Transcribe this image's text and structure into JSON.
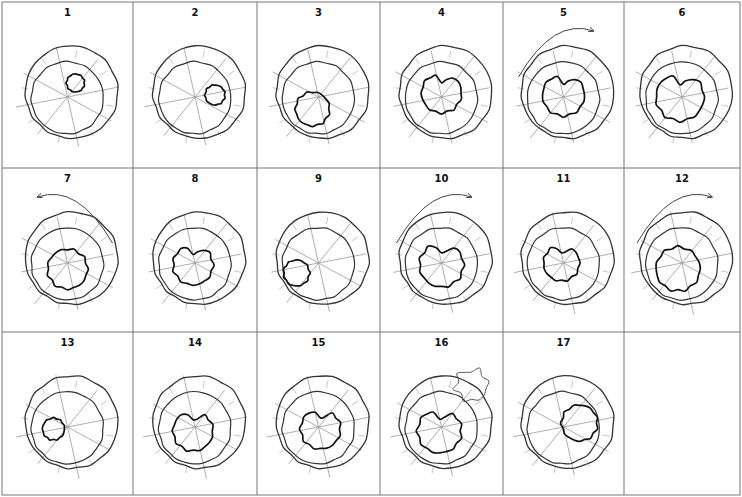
{
  "diagram": {
    "nodes": [
      {
        "text": [
          "1"
        ]
      },
      {
        "text": [
          "2"
        ]
      },
      {
        "text": [
          "3"
        ]
      },
      {
        "text": [
          "4"
        ]
      },
      {
        "text": [
          "5"
        ]
      },
      {
        "text": [
          "6"
        ]
      },
      {
        "text": [
          "7"
        ]
      },
      {
        "text": [
          "8"
        ]
      },
      {
        "text": [
          "9"
        ]
      },
      {
        "text": [
          "10"
        ]
      },
      {
        "text": [
          "11"
        ]
      },
      {
        "text": [
          "12"
        ]
      },
      {
        "text": [
          "13"
        ]
      },
      {
        "text": [
          "14"
        ]
      },
      {
        "text": [
          "15"
        ]
      },
      {
        "text": [
          "16"
        ]
      },
      {
        "text": [
          "17"
        ]
      }
    ]
  }
}
